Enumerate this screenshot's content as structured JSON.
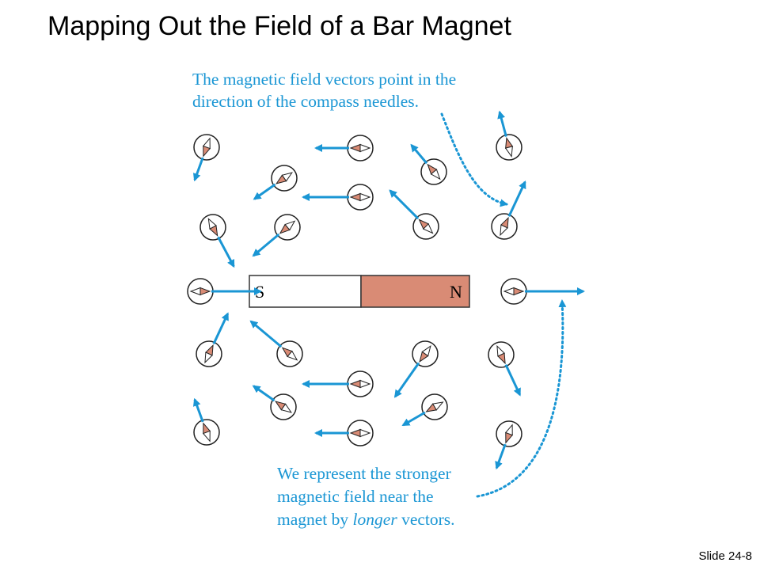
{
  "slide": {
    "title": "Mapping Out the Field of a Bar Magnet",
    "number": "Slide 24-8"
  },
  "figure": {
    "magnet": {
      "south_label": "S",
      "north_label": "N",
      "north_color": "#d98b75",
      "south_color": "#ffffff"
    },
    "caption_top": [
      "The magnetic field vectors point in the",
      "direction of the compass needles."
    ],
    "caption_bottom": {
      "line1": "We represent the stronger",
      "line2": "magnetic field near the",
      "line3_start": "magnet by ",
      "line3_em": "longer",
      "line3_end": " vectors."
    },
    "colors": {
      "vector": "#1a96d4",
      "needle_north": "#d98b75",
      "caption": "#1a96d4"
    }
  }
}
